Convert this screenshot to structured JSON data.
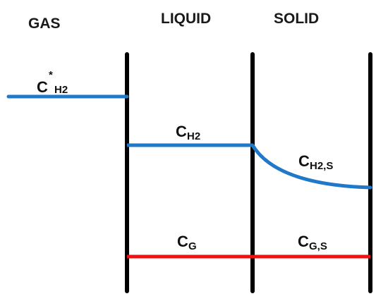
{
  "phases": {
    "gas": "GAS",
    "liquid": "LIQUID",
    "solid": "SOLID"
  },
  "labels": {
    "c_star_h2": {
      "main": "C",
      "sup": "*",
      "sub": "H2"
    },
    "c_h2": {
      "main": "C",
      "sub": "H2"
    },
    "c_h2_s": {
      "main": "C",
      "sub": "H2,S"
    },
    "c_g": {
      "main": "C",
      "sub": "G"
    },
    "c_g_s": {
      "main": "C",
      "sub": "G,S"
    }
  },
  "colors": {
    "boundary": "#000000",
    "hydrogen_profile": "#1f78c8",
    "gas_profile": "#ee1111"
  }
}
